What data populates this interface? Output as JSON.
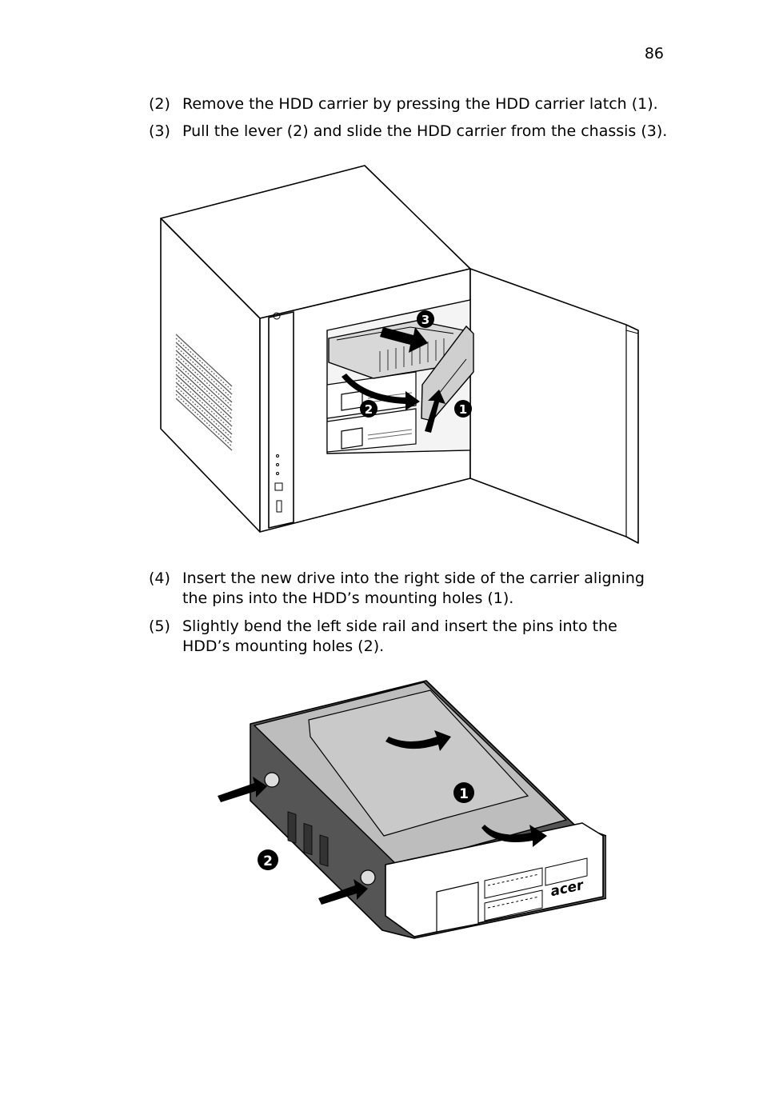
{
  "page": {
    "number": "86"
  },
  "steps": [
    {
      "num": "(2)",
      "text": "Remove the HDD carrier by pressing the HDD carrier latch (1)."
    },
    {
      "num": "(3)",
      "text": "Pull the lever (2) and slide the HDD carrier from the chassis (3)."
    },
    {
      "num": "(4)",
      "text": "Insert the new drive into the right side of the carrier aligning the pins into the HDD’s mounting holes (1)."
    },
    {
      "num": "(5)",
      "text": "Slightly bend the left side rail and insert the pins into the HDD’s mounting holes (2)."
    }
  ],
  "figure1": {
    "callouts": [
      "1",
      "2",
      "3"
    ]
  },
  "figure2": {
    "callouts": [
      "1",
      "2"
    ],
    "logo_text": "acer"
  }
}
